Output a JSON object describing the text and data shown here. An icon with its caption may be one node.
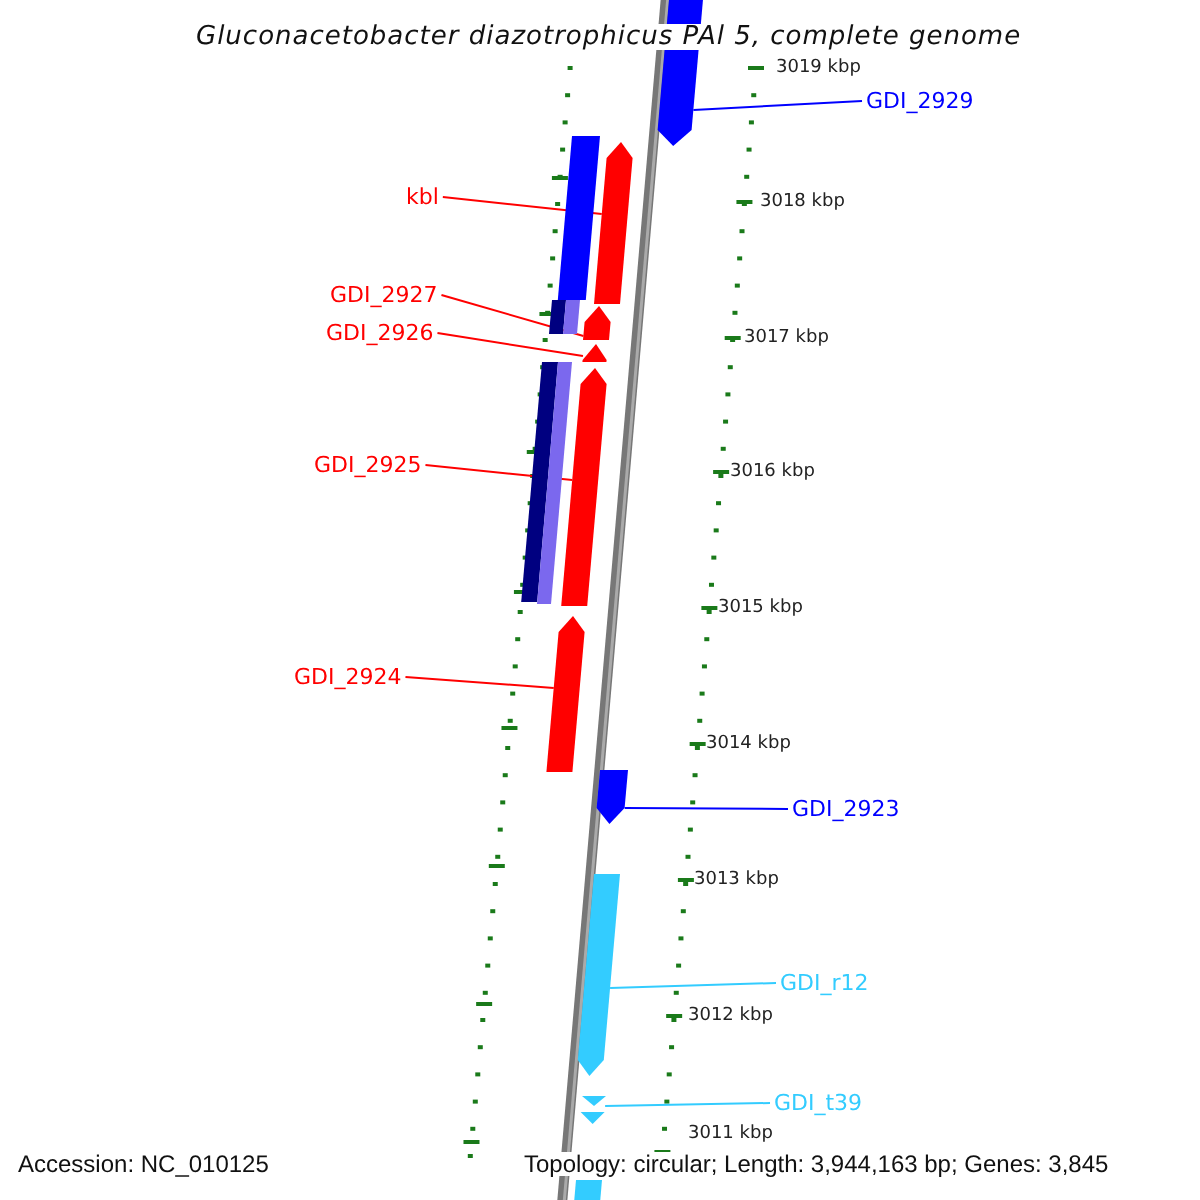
{
  "diagram": {
    "title": "Gluconacetobacter diazotrophicus PAl 5, complete genome",
    "nodes": [
      {
        "text": [
          "GDI_2929"
        ]
      },
      {
        "text": [
          "kbl"
        ]
      },
      {
        "text": [
          "GDI_2927"
        ]
      },
      {
        "text": [
          "GDI_2926"
        ]
      },
      {
        "text": [
          "GDI_2925"
        ]
      },
      {
        "text": [
          "GDI_2924"
        ]
      },
      {
        "text": [
          "GDI_2923"
        ]
      },
      {
        "text": [
          "GDI_r12"
        ]
      },
      {
        "text": [
          "GDI_t39"
        ]
      },
      {
        "text": [],
        "shape": "bar"
      },
      {
        "text": [],
        "shape": "bar"
      },
      {
        "text": [],
        "shape": "bar"
      },
      {
        "text": [],
        "shape": "bar"
      },
      {
        "text": [],
        "shape": "bar"
      },
      {
        "text": [],
        "shape": "bar"
      },
      {
        "text": [],
        "shape": "bar"
      },
      {
        "text": [],
        "shape": "bar"
      },
      {
        "text": [],
        "shape": "bar"
      },
      {
        "text": [],
        "shape": "bar"
      },
      {
        "text": [],
        "shape": "bar"
      },
      {
        "text": [],
        "shape": "bar"
      },
      {
        "text": [],
        "shape": "bar"
      },
      {
        "text": [],
        "shape": "bar"
      },
      {
        "text": [],
        "shape": "bar"
      }
    ],
    "edges": [
      {
        "from": 0,
        "to": 9,
        "arrow": "none",
        "color": "#0000ff"
      },
      {
        "from": 1,
        "to": 10,
        "arrow": "none"
      },
      {
        "from": 2,
        "to": 11,
        "arrow": "none"
      },
      {
        "from": 3,
        "to": 12,
        "arrow": "none"
      },
      {
        "from": 4,
        "to": 13,
        "arrow": "none"
      },
      {
        "from": 5,
        "to": 14,
        "arrow": "none"
      },
      {
        "from": 6,
        "to": 15,
        "arrow": "none",
        "color": "#0000ff"
      },
      {
        "from": 7,
        "to": 16,
        "arrow": "none",
        "color": "#33ccff"
      },
      {
        "from": 8,
        "to": 17,
        "arrow": "none",
        "color": "#33ccff"
      }
    ],
    "labels": [
      "3019 kbp",
      "3018 kbp",
      "3017 kbp",
      "3016 kbp",
      "3015 kbp",
      "3014 kbp",
      "3013 kbp",
      "3012 kbp",
      "3011 kbp",
      "Accession: NC_010125",
      "Topology: circular; Length: 3,944,163 bp; Genes: 3,845"
    ]
  }
}
